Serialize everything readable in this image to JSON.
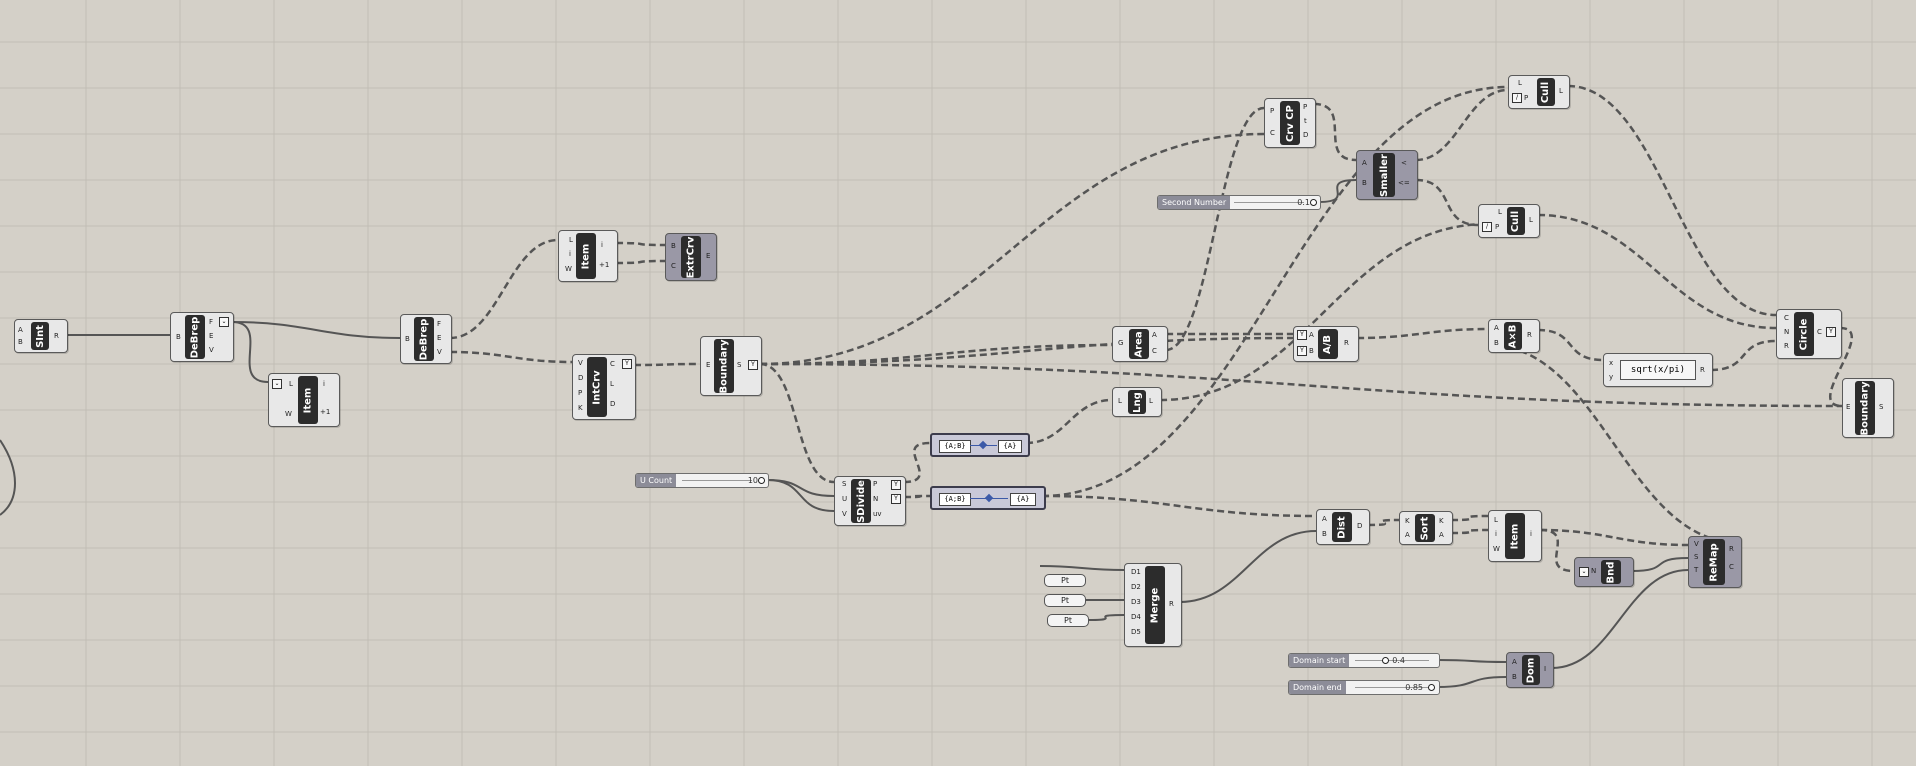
{
  "sliders": {
    "second_number": {
      "label": "Second Number",
      "value": "0.1"
    },
    "u_count": {
      "label": "U Count",
      "value": "10"
    },
    "domain_start": {
      "label": "Domain start",
      "value": "0.4"
    },
    "domain_end": {
      "label": "Domain end",
      "value": "0.85"
    }
  },
  "components": {
    "srf_int": {
      "title": "SInt",
      "in": [
        "A",
        "B"
      ],
      "out": [
        "R"
      ]
    },
    "debrep1": {
      "title": "DeBrep",
      "in": [
        "B"
      ],
      "out": [
        "F",
        "E",
        "V"
      ]
    },
    "item1": {
      "title": "Item",
      "in": [
        "L",
        "W"
      ],
      "out": [
        "i",
        "+1"
      ]
    },
    "debrep2": {
      "title": "DeBrep",
      "in": [
        "B"
      ],
      "out": [
        "F",
        "E",
        "V"
      ]
    },
    "item2": {
      "title": "Item",
      "in": [
        "L",
        "i",
        "W"
      ],
      "out": [
        "i",
        "+1"
      ]
    },
    "extrcrv": {
      "title": "ExtrCrv",
      "in": [
        "B",
        "C"
      ],
      "out": [
        "E"
      ]
    },
    "intcrv": {
      "title": "IntCrv",
      "in": [
        "V",
        "D",
        "P",
        "K"
      ],
      "out": [
        "C",
        "L",
        "D"
      ]
    },
    "boundary1": {
      "title": "Boundary",
      "in": [
        "E"
      ],
      "out": [
        "S"
      ]
    },
    "sdivide": {
      "title": "SDivide",
      "in": [
        "S",
        "U",
        "V"
      ],
      "out": [
        "P",
        "N",
        "uv"
      ]
    },
    "area": {
      "title": "Area",
      "in": [
        "G"
      ],
      "out": [
        "A",
        "C"
      ]
    },
    "lng": {
      "title": "Lng",
      "in": [
        "L"
      ],
      "out": [
        "L"
      ]
    },
    "crvcp": {
      "title": "Crv CP",
      "in": [
        "P",
        "C"
      ],
      "out": [
        "P",
        "t",
        "D"
      ]
    },
    "smaller": {
      "title": "Smaller",
      "in": [
        "A",
        "B"
      ],
      "out": [
        "<",
        "<="
      ]
    },
    "cull1": {
      "title": "Cull",
      "in": [
        "L",
        "P"
      ],
      "out": [
        "L"
      ]
    },
    "cull2": {
      "title": "Cull",
      "in": [
        "L",
        "P"
      ],
      "out": [
        "L"
      ]
    },
    "adivb": {
      "title": "A/B",
      "in": [
        "A",
        "B"
      ],
      "out": [
        "R"
      ]
    },
    "axb": {
      "title": "A×B",
      "in": [
        "A",
        "B"
      ],
      "out": [
        "R"
      ]
    },
    "circle": {
      "title": "Circle",
      "in": [
        "C",
        "N",
        "R"
      ],
      "out": [
        "C"
      ]
    },
    "boundary2": {
      "title": "Boundary",
      "in": [
        "E"
      ],
      "out": [
        "S"
      ]
    },
    "dist": {
      "title": "Dist",
      "in": [
        "A",
        "B"
      ],
      "out": [
        "D"
      ]
    },
    "sort": {
      "title": "Sort",
      "in": [
        "K",
        "A"
      ],
      "out": [
        "K",
        "A"
      ]
    },
    "item3": {
      "title": "Item",
      "in": [
        "L",
        "i",
        "W"
      ],
      "out": [
        "i"
      ]
    },
    "bnd": {
      "title": "Bnd",
      "in": [
        "N"
      ],
      "out": []
    },
    "remap": {
      "title": "ReMap",
      "in": [
        "V",
        "S",
        "T"
      ],
      "out": [
        "R",
        "C"
      ]
    },
    "merge": {
      "title": "Merge",
      "in": [
        "D1",
        "D2",
        "D3",
        "D4",
        "D5"
      ],
      "out": [
        "R"
      ]
    },
    "dom": {
      "title": "Dom",
      "in": [
        "A",
        "B"
      ],
      "out": [
        "I"
      ]
    }
  },
  "expression": {
    "label": "sqrt(x/pi)",
    "in": [
      "x",
      "y"
    ],
    "out": [
      "R"
    ]
  },
  "gates": {
    "gate1": {
      "left": "{A;B}",
      "right": "{A}"
    },
    "gate2": {
      "left": "{A;B}",
      "right": "{A}"
    }
  },
  "points": [
    "Pt",
    "Pt",
    "Pt"
  ],
  "colors": {
    "canvas": "#d4d0c8",
    "grid": "#c2beb6",
    "wire": "#555555",
    "title_bg": "#2c2c2c"
  }
}
